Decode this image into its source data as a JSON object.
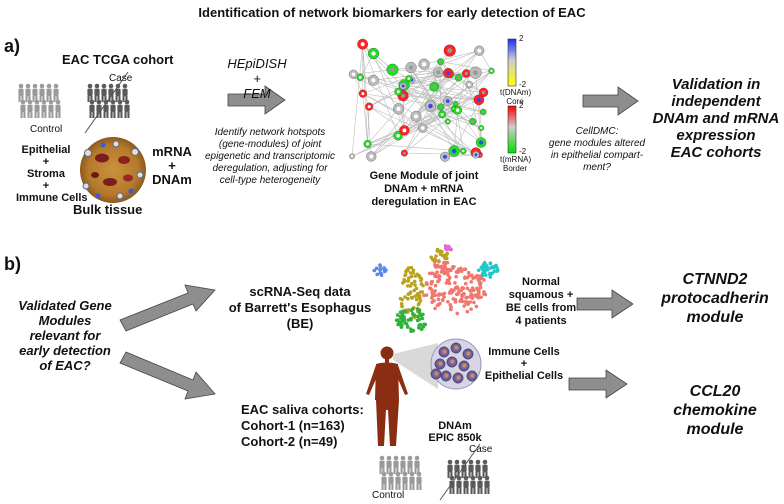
{
  "title": "Identification of network biomarkers for early detection of EAC",
  "section_a": {
    "label": "a)",
    "cohort_title": "EAC TCGA cohort",
    "case_label": "Case",
    "control_label": "Control",
    "composition": [
      "Epithelial",
      "+",
      "Stroma",
      "+",
      "Immune Cells"
    ],
    "assays": [
      "mRNA",
      "+",
      "DNAm"
    ],
    "bulk_label": "Bulk tissue",
    "methods": [
      "HEpiDISH",
      "+",
      "FEM"
    ],
    "method_desc": [
      "Identify network hotspots",
      "(gene-modules) of joint",
      "epigenetic and transcriptomic",
      "deregulation, adjusting for",
      "cell-type heterogeneity"
    ],
    "network_caption": [
      "Gene Module of joint",
      "DNAm + mRNA",
      "deregulation in EAC"
    ],
    "colorbar_dnam": {
      "max": "2",
      "min": "-2",
      "label": [
        "t(DNAm)",
        "Core"
      ],
      "colors": [
        "#1a2cff",
        "#ffff00"
      ]
    },
    "colorbar_mrna": {
      "max": "2",
      "min": "-2",
      "label": [
        "t(mRNA)",
        "Border"
      ],
      "colors": [
        "#ff0000",
        "#00dd00"
      ]
    },
    "celldmc": [
      "CellDMC:",
      "gene modules altered",
      "in epithelial compart-",
      "ment?"
    ],
    "validation": [
      "Validation in",
      "independent",
      "DNAm and mRNA",
      "expression",
      "EAC cohorts"
    ]
  },
  "section_b": {
    "label": "b)",
    "question": [
      "Validated Gene",
      "Modules",
      "relevant for",
      "early detection",
      "of EAC?"
    ],
    "scrna_title": [
      "scRNA-Seq data",
      "of Barrett's Esophagus",
      "(BE)"
    ],
    "normal_label": [
      "Normal",
      "squamous +",
      "BE cells from",
      "4 patients"
    ],
    "module1": [
      "CTNND2",
      "protocadherin",
      "module"
    ],
    "saliva_title": [
      "EAC saliva cohorts:",
      "Cohort-1 (n=163)",
      "Cohort-2 (n=49)"
    ],
    "cells_label": [
      "Immune Cells",
      "+",
      "Epithelial Cells"
    ],
    "dnam_platform": [
      "DNAm",
      "EPIC 850k"
    ],
    "case_label": "Case",
    "control_label": "Control",
    "module2": [
      "CCL20",
      "chemokine",
      "module"
    ]
  }
}
